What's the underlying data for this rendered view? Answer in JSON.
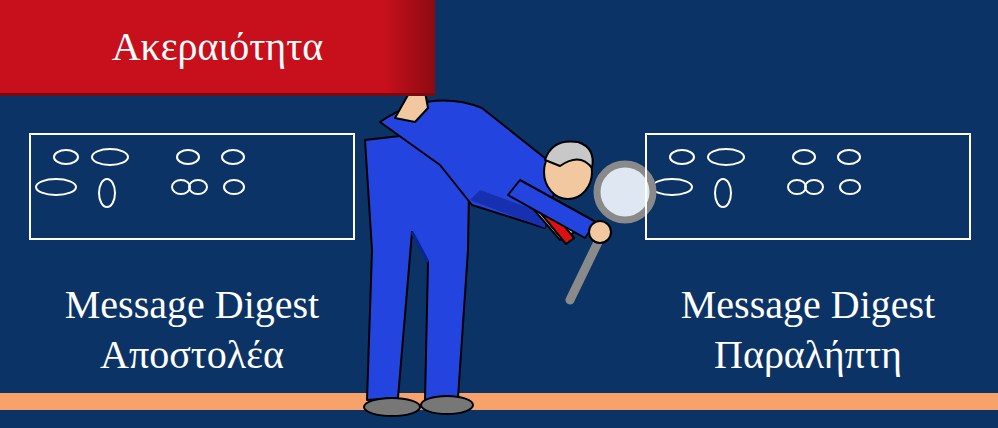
{
  "diagram": {
    "nodes": [
      {
        "text": [
          "Ακεραιότητα"
        ]
      },
      {
        "text": [
          "Message Digest Αποστολέα"
        ]
      },
      {
        "text": [
          "Message Digest Παραλήπτη"
        ]
      }
    ]
  }
}
